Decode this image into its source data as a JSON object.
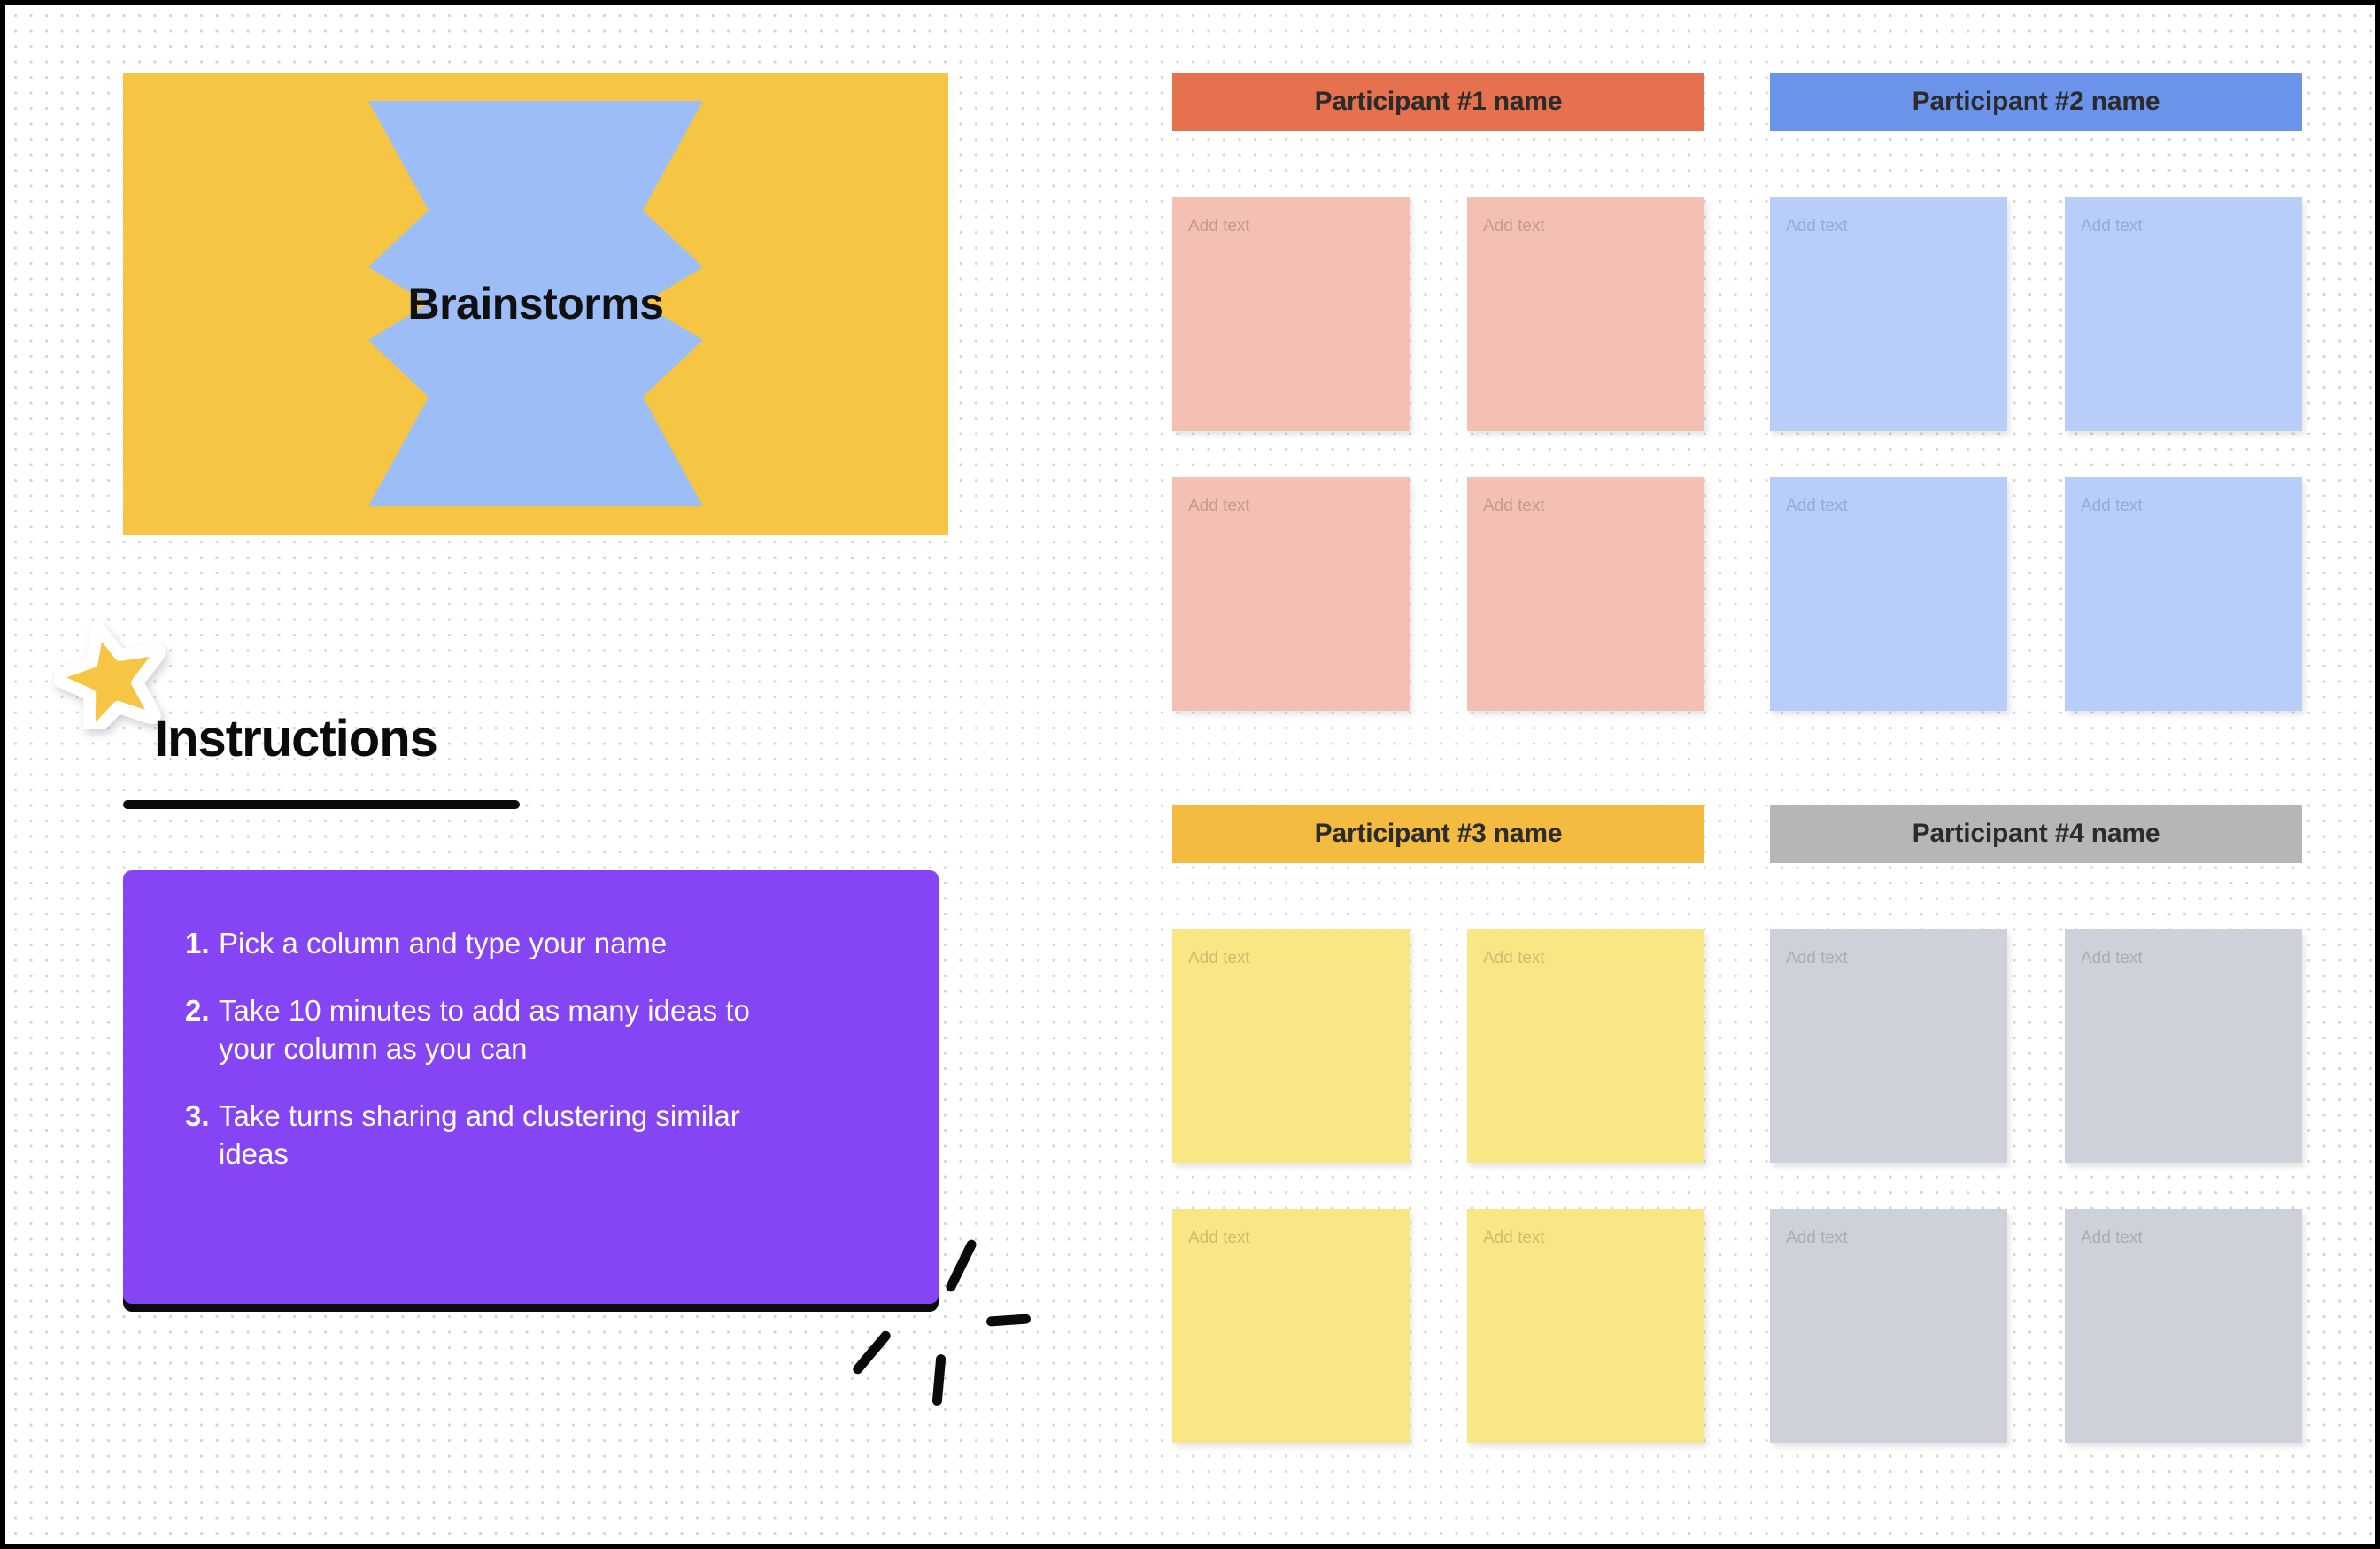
{
  "board": {
    "title_card": {
      "label": "Brainstorms",
      "bg_color": "#f5c543",
      "shape_color": "#9cbdf5",
      "shape_name": "double-bowtie-shape"
    },
    "instructions": {
      "heading": "Instructions",
      "sticker": "star-sticker",
      "sticker_color": "#f5c543",
      "box_color": "#8645f4",
      "items": [
        {
          "number": "1.",
          "text": "Pick a column and type your name"
        },
        {
          "number": "2.",
          "text": "Take 10 minutes to add as many ideas to your column as you can"
        },
        {
          "number": "3.",
          "text": "Take turns sharing and clustering similar ideas"
        }
      ]
    },
    "note_placeholder": "Add text",
    "participants": [
      {
        "header_label": "Participant #1 name",
        "header_color": "#e5714f",
        "note_color": "#f3c0b3",
        "note_text_color": "#9e7c72",
        "notes": [
          "Add text",
          "Add text",
          "Add text",
          "Add text"
        ]
      },
      {
        "header_label": "Participant #2 name",
        "header_color": "#6b93ea",
        "note_color": "#b8cdf8",
        "note_text_color": "#7d8fb0",
        "notes": [
          "Add text",
          "Add text",
          "Add text",
          "Add text"
        ]
      },
      {
        "header_label": "Participant #3 name",
        "header_color": "#f3bb3f",
        "note_color": "#f9e685",
        "note_text_color": "#ab9b5e",
        "notes": [
          "Add text",
          "Add text",
          "Add text",
          "Add text"
        ]
      },
      {
        "header_label": "Participant #4 name",
        "header_color": "#b6b6b6",
        "note_color": "#ccd1da",
        "note_text_color": "#8b9099",
        "notes": [
          "Add text",
          "Add text",
          "Add text",
          "Add text"
        ]
      }
    ]
  }
}
